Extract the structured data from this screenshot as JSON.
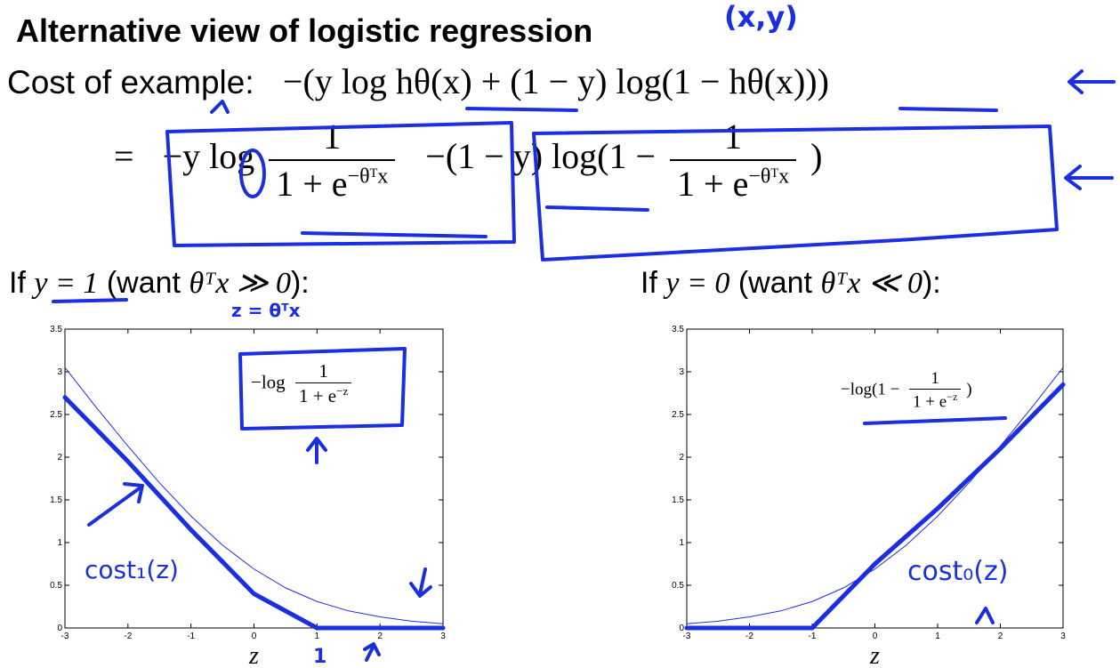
{
  "slide": {
    "title": "Alternative view of logistic regression",
    "cost_label": "Cost of example:",
    "cost_formula": "−(y log hθ(x) + (1 − y) log(1 − hθ(x)))",
    "expanded_eq": "=",
    "term1_prefix": "−y log",
    "term_numerator": "1",
    "term_denominator": "1 + e",
    "term_denominator_exp": "−θᵀx",
    "term2_middle": "−(1 − y) log(1 −",
    "term2_close": ")",
    "case_left_prefix": "If",
    "case_left_cond": "y = 1",
    "case_left_paren": "(want",
    "case_left_want": "θᵀx ≫ 0",
    "case_close": "):",
    "case_right_prefix": "If",
    "case_right_cond": "y = 0",
    "case_right_paren": "(want",
    "case_right_want": "θᵀx ≪ 0"
  },
  "annotations": {
    "xy": "(x,y)",
    "z_eq": "z = θᵀx",
    "cost1": "cost₁(z)",
    "cost0": "cost₀(z)",
    "one_mark": "1"
  },
  "colors": {
    "ink": "#1a2fe0",
    "curve": "#2a2ae0",
    "axis": "#000000"
  },
  "chart_data": [
    {
      "type": "line",
      "name_label": "left plot",
      "legend_prefix": "−log",
      "legend_num": "1",
      "legend_den": "1 + e",
      "legend_den_exp": "−z",
      "xlabel": "z",
      "ylabel": "",
      "xlim": [
        -3,
        3
      ],
      "ylim": [
        0,
        3.5
      ],
      "xticks": [
        -3,
        -2,
        -1,
        0,
        1,
        2,
        3
      ],
      "yticks": [
        0,
        0.5,
        1,
        1.5,
        2,
        2.5,
        3,
        3.5
      ],
      "ytick_labels": [
        "0",
        "0.5",
        "1",
        "1.5",
        "2",
        "2.5",
        "3",
        "3.5"
      ],
      "series": [
        {
          "x": [
            -3,
            -2.5,
            -2,
            -1.5,
            -1,
            -0.5,
            0,
            0.5,
            1,
            1.5,
            2,
            2.5,
            3
          ],
          "values": [
            3.05,
            2.58,
            2.13,
            1.7,
            1.31,
            0.97,
            0.69,
            0.47,
            0.31,
            0.2,
            0.13,
            0.08,
            0.05
          ]
        }
      ],
      "hand_drawn": [
        {
          "x": [
            -3,
            -2,
            -1,
            0,
            1
          ],
          "values": [
            2.7,
            1.95,
            1.15,
            0.4,
            0
          ]
        },
        {
          "x": [
            1,
            3
          ],
          "values": [
            0,
            0
          ]
        }
      ]
    },
    {
      "type": "line",
      "name_label": "right plot",
      "legend_prefix": "−log(1 −",
      "legend_num": "1",
      "legend_den": "1 + e",
      "legend_den_exp": "−z",
      "legend_suffix": ")",
      "xlabel": "z",
      "ylabel": "",
      "xlim": [
        -3,
        3
      ],
      "ylim": [
        0,
        3.5
      ],
      "xticks": [
        -3,
        -2,
        -1,
        0,
        1,
        2,
        3
      ],
      "yticks": [
        0,
        0.5,
        1,
        1.5,
        2,
        2.5,
        3,
        3.5
      ],
      "ytick_labels": [
        "0",
        "0.5",
        "1",
        "1.5",
        "2",
        "2.5",
        "3",
        "3.5"
      ],
      "series": [
        {
          "x": [
            -3,
            -2.5,
            -2,
            -1.5,
            -1,
            -0.5,
            0,
            0.5,
            1,
            1.5,
            2,
            2.5,
            3
          ],
          "values": [
            0.05,
            0.08,
            0.13,
            0.2,
            0.31,
            0.47,
            0.69,
            0.97,
            1.31,
            1.7,
            2.13,
            2.58,
            3.05
          ]
        }
      ],
      "hand_drawn": [
        {
          "x": [
            -3,
            -1
          ],
          "values": [
            0,
            0
          ]
        },
        {
          "x": [
            -1,
            0,
            1,
            2,
            3
          ],
          "values": [
            0,
            0.75,
            1.4,
            2.1,
            2.85
          ]
        }
      ]
    }
  ]
}
